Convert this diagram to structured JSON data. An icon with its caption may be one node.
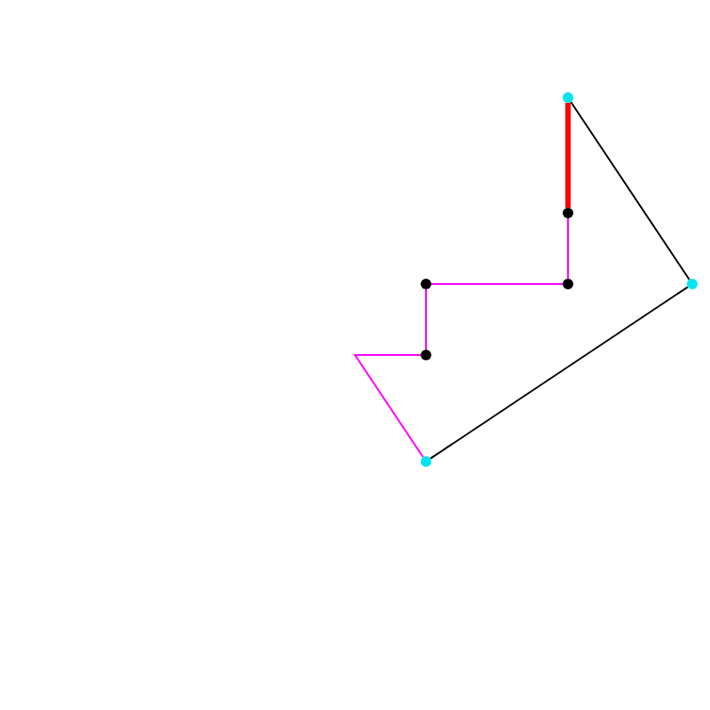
{
  "diagram": {
    "nodes": [
      {
        "text": [],
        "shape": "circle"
      },
      {
        "text": [],
        "shape": "circle"
      },
      {
        "text": [],
        "shape": "circle"
      },
      {
        "text": [],
        "shape": "circle"
      },
      {
        "text": [],
        "shape": "circle"
      },
      {
        "text": [],
        "shape": "circle"
      },
      {
        "text": [],
        "shape": "circle"
      }
    ],
    "edges": [
      {
        "from": 0,
        "to": 1,
        "arrow": "none",
        "style": "thick",
        "color": "#ff0000"
      },
      {
        "from": 1,
        "to": 3,
        "arrow": "none",
        "color": "#ff00ff"
      },
      {
        "from": 3,
        "to": 2,
        "arrow": "none",
        "color": "#ff00ff"
      },
      {
        "from": 2,
        "to": 5,
        "arrow": "none",
        "color": "#ff00ff"
      },
      {
        "from": 5,
        "to": 6,
        "arrow": "none",
        "color": "#ff00ff"
      },
      {
        "from": 6,
        "to": 4,
        "arrow": "none",
        "color": "#000000"
      },
      {
        "from": 4,
        "to": 0,
        "arrow": "none",
        "color": "#000000"
      }
    ]
  }
}
